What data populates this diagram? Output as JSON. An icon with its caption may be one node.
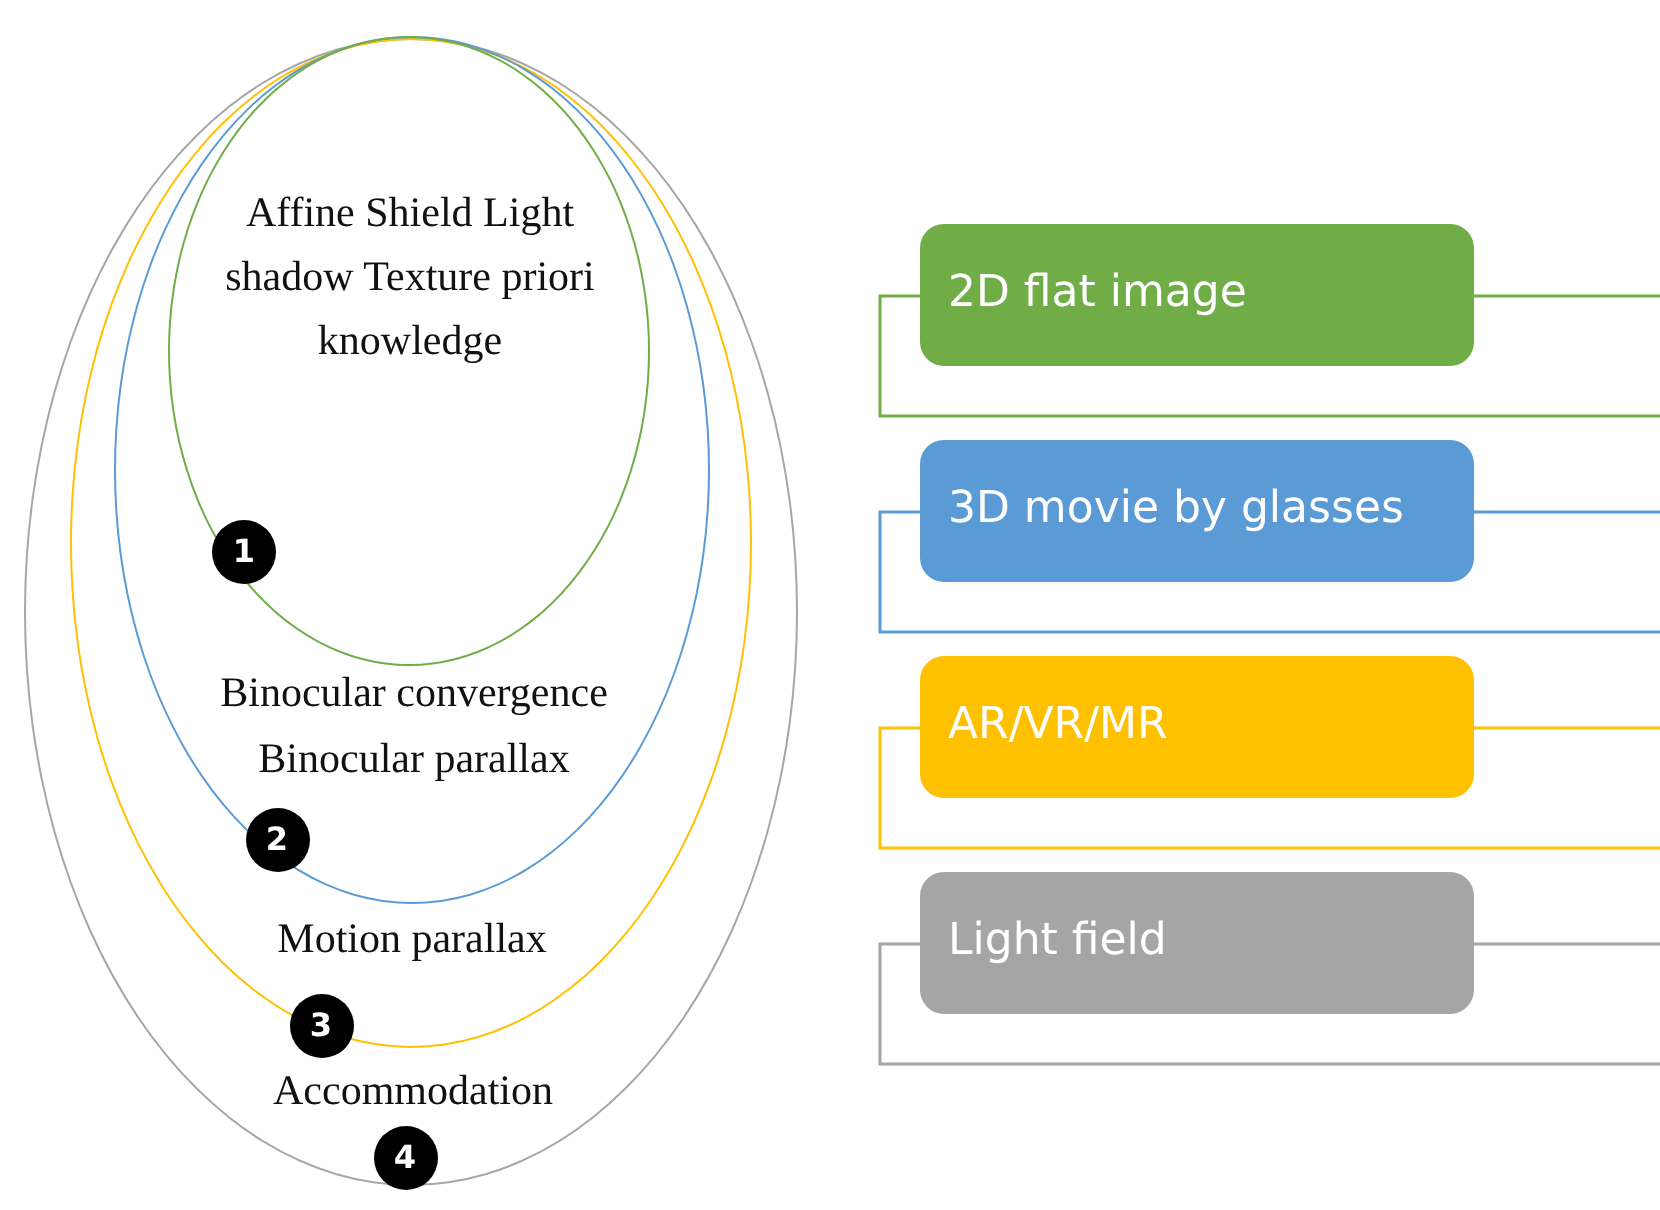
{
  "diagram": {
    "nodes": [
      {
        "text": [
          "Accommodation"
        ]
      },
      {
        "text": [
          "Motion parallax"
        ],
        "in": 0
      },
      {
        "text": [
          "Binocular convergence",
          "Binocular parallax"
        ],
        "in": 1
      },
      {
        "text": [
          "Affine Shield Light shadow Texture priori knowledge"
        ],
        "in": 2
      },
      {
        "text": [
          "1"
        ],
        "in": 3
      },
      {
        "text": [
          "2"
        ],
        "in": 2
      },
      {
        "text": [
          "3"
        ],
        "in": 0
      },
      {
        "text": [
          "4"
        ],
        "in": 0
      },
      {
        "text": [
          "2D flat image"
        ]
      },
      {
        "text": [
          "3D movie by glasses"
        ]
      },
      {
        "text": [
          "AR/VR/MR"
        ]
      },
      {
        "text": [
          "Light field"
        ]
      }
    ],
    "edges": []
  }
}
